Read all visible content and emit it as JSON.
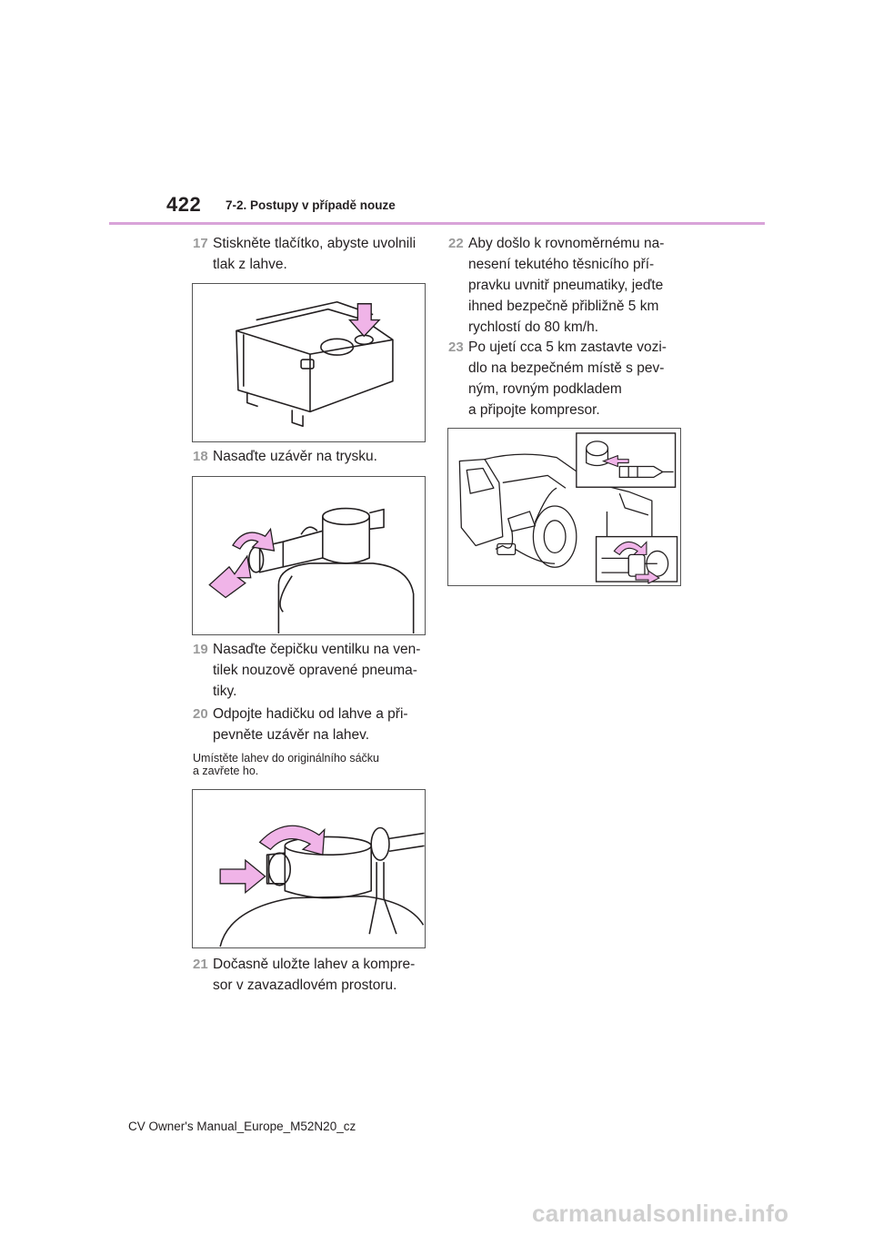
{
  "header": {
    "page_number": "422",
    "section_title": "7-2. Postupy v případě nouze"
  },
  "steps": {
    "s17": {
      "num": "17",
      "lines": [
        "Stiskněte tlačítko, abyste uvolnili",
        "tlak z lahve."
      ]
    },
    "s18": {
      "num": "18",
      "lines": [
        "Nasaďte uzávěr na trysku."
      ]
    },
    "s19": {
      "num": "19",
      "lines": [
        "Nasaďte čepičku ventilku na ven-",
        "tilek nouzově opravené pneuma-",
        "tiky."
      ]
    },
    "s20": {
      "num": "20",
      "lines": [
        "Odpojte hadičku od lahve a při-",
        "pevněte uzávěr na lahev."
      ]
    },
    "s21": {
      "num": "21",
      "lines": [
        "Dočasně uložte lahev a kompre-",
        "sor v zavazadlovém prostoru."
      ]
    },
    "s22": {
      "num": "22",
      "lines": [
        "Aby došlo k rovnoměrnému na-",
        "nesení tekutého těsnicího pří-",
        "pravku uvnitř pneumatiky, jeďte",
        "ihned bezpečně přibližně 5 km",
        "rychlostí do 80 km/h."
      ]
    },
    "s23": {
      "num": "23",
      "lines": [
        "Po ujetí cca 5 km zastavte vozi-",
        "dlo na bezpečném místě s pev-",
        "ným, rovným podkladem",
        "a připojte kompresor."
      ]
    }
  },
  "note20": {
    "lines": [
      "Umístěte lahev do originálního sáčku",
      "a zavřete ho."
    ]
  },
  "colors": {
    "accent_rule": "#d9a3d9",
    "arrow_fill": "#f0b4e8",
    "step_number": "#9a9a9a"
  },
  "footer": {
    "text": "CV Owner's Manual_Europe_M52N20_cz"
  },
  "watermark": {
    "text": "carmanualsonline.info"
  }
}
